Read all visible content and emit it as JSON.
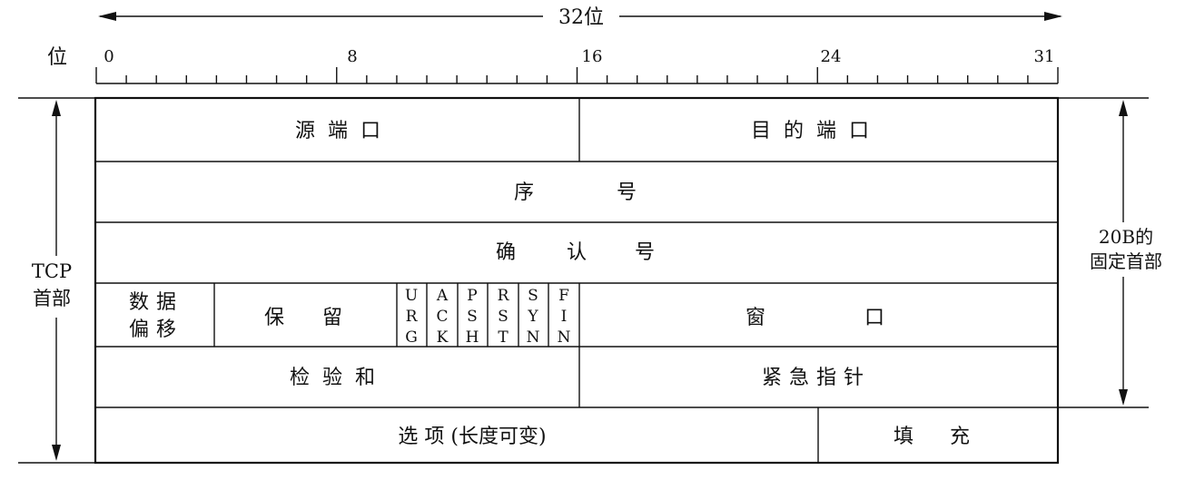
{
  "width_label": "32位",
  "bit_label": "位",
  "ticks": [
    "0",
    "8",
    "16",
    "24",
    "31"
  ],
  "left_side_label": [
    "TCP",
    "首部"
  ],
  "right_side_label": [
    "20B的",
    "固定首部"
  ],
  "fields": {
    "src_port": "源端口",
    "dst_port": "目的端口",
    "seq": [
      "序",
      "号"
    ],
    "ack_num": [
      "确",
      "认",
      "号"
    ],
    "data_offset": [
      "数据",
      "偏移"
    ],
    "reserved": [
      "保",
      "留"
    ],
    "flags": [
      [
        "U",
        "R",
        "G"
      ],
      [
        "A",
        "C",
        "K"
      ],
      [
        "P",
        "S",
        "H"
      ],
      [
        "R",
        "S",
        "T"
      ],
      [
        "S",
        "Y",
        "N"
      ],
      [
        "F",
        "I",
        "N"
      ]
    ],
    "window": [
      "窗",
      "口"
    ],
    "checksum": "检验和",
    "urgent_ptr": "紧急指针",
    "options": "选 项 (长度可变)",
    "padding": [
      "填",
      "充"
    ]
  }
}
